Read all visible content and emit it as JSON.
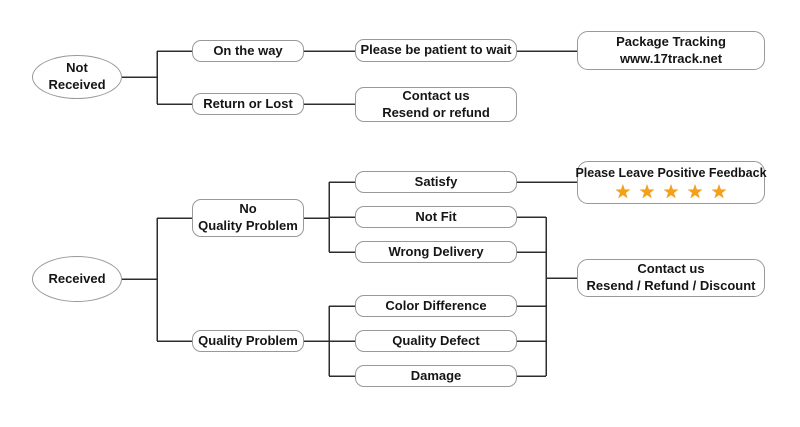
{
  "diagram": {
    "description_visible": false,
    "colors": {
      "background": "#ffffff",
      "node_border": "#999999",
      "connector_line": "#2d2d2d",
      "text": "#151515",
      "star": "#f6a019"
    },
    "nodes": {
      "not_received": {
        "line1": "Not",
        "line2": "Received",
        "shape": "ellipse"
      },
      "on_the_way": {
        "label": "On the way",
        "shape": "rounded-rect"
      },
      "please_wait": {
        "label": "Please be patient to wait",
        "shape": "rounded-rect"
      },
      "package_tracking": {
        "line1": "Package Tracking",
        "line2": "www.17track.net",
        "shape": "rounded-rect"
      },
      "return_or_lost": {
        "label": "Return or Lost",
        "shape": "rounded-rect"
      },
      "contact_resend_refund": {
        "line1": "Contact us",
        "line2": "Resend or refund",
        "shape": "rounded-rect"
      },
      "received": {
        "label": "Received",
        "shape": "ellipse"
      },
      "no_quality_problem": {
        "line1": "No",
        "line2": "Quality Problem",
        "shape": "rounded-rect"
      },
      "quality_problem": {
        "label": "Quality Problem",
        "shape": "rounded-rect"
      },
      "satisfy": {
        "label": "Satisfy",
        "shape": "rounded-rect"
      },
      "not_fit": {
        "label": "Not Fit",
        "shape": "rounded-rect"
      },
      "wrong_delivery": {
        "label": "Wrong Delivery",
        "shape": "rounded-rect"
      },
      "color_difference": {
        "label": "Color Difference",
        "shape": "rounded-rect"
      },
      "quality_defect": {
        "label": "Quality Defect",
        "shape": "rounded-rect"
      },
      "damage": {
        "label": "Damage",
        "shape": "rounded-rect"
      },
      "positive_feedback": {
        "label": "Please Leave Positive Feedback",
        "stars": "★★★★★",
        "star_count": 5,
        "shape": "rounded-rect"
      },
      "contact_final": {
        "line1": "Contact us",
        "line2": "Resend / Refund / Discount",
        "shape": "rounded-rect"
      }
    },
    "edges": [
      [
        "not_received",
        "on_the_way"
      ],
      [
        "not_received",
        "return_or_lost"
      ],
      [
        "on_the_way",
        "please_wait"
      ],
      [
        "please_wait",
        "package_tracking"
      ],
      [
        "return_or_lost",
        "contact_resend_refund"
      ],
      [
        "received",
        "no_quality_problem"
      ],
      [
        "received",
        "quality_problem"
      ],
      [
        "no_quality_problem",
        "satisfy"
      ],
      [
        "no_quality_problem",
        "not_fit"
      ],
      [
        "no_quality_problem",
        "wrong_delivery"
      ],
      [
        "quality_problem",
        "color_difference"
      ],
      [
        "quality_problem",
        "quality_defect"
      ],
      [
        "quality_problem",
        "damage"
      ],
      [
        "satisfy",
        "positive_feedback"
      ],
      [
        "not_fit",
        "contact_final"
      ],
      [
        "wrong_delivery",
        "contact_final"
      ],
      [
        "color_difference",
        "contact_final"
      ],
      [
        "quality_defect",
        "contact_final"
      ],
      [
        "damage",
        "contact_final"
      ]
    ]
  }
}
